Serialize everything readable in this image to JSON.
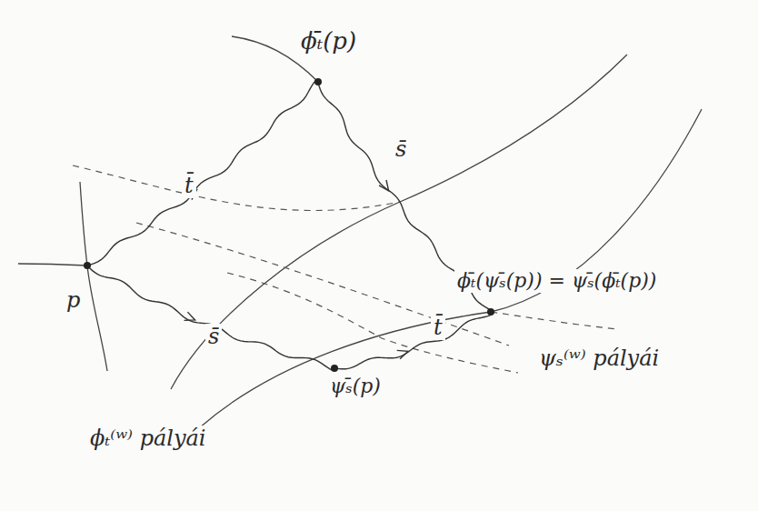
{
  "diagram": {
    "labels": [
      "ϕₜ̄(p)",
      "t̄",
      "s̄",
      "ϕₜ̄(ψₛ̄(p)) = ψₛ̄(ϕₜ̄(p))",
      "p",
      "s̄",
      "ψₛ̄(p)",
      "t̄",
      "ψₛ⁽ʷ⁾ pályái",
      "ϕₜ⁽ʷ⁾ pályái"
    ]
  }
}
